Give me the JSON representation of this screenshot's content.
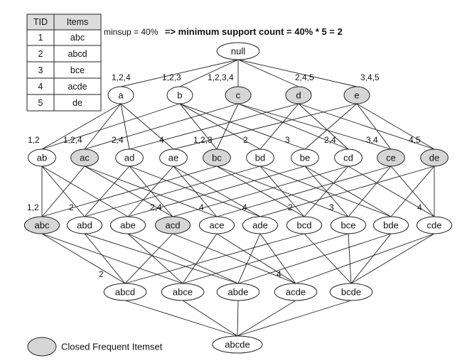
{
  "table": {
    "headers": [
      "TID",
      "Items"
    ],
    "rows": [
      [
        "1",
        "abc"
      ],
      [
        "2",
        "abcd"
      ],
      [
        "3",
        "bce"
      ],
      [
        "4",
        "acde"
      ],
      [
        "5",
        "de"
      ]
    ]
  },
  "minsup": {
    "prefix": "minsup = 40%",
    "formula": "=> minimum support count = 40% * 5 = 2"
  },
  "legend": {
    "label": "Closed Frequent Itemset",
    "closed_color": "#d6d6d6"
  },
  "nodes": [
    {
      "id": "null",
      "tids": "",
      "closed": false
    },
    {
      "id": "a",
      "tids": "1,2,4",
      "closed": false
    },
    {
      "id": "b",
      "tids": "1,2,3",
      "closed": false
    },
    {
      "id": "c",
      "tids": "1,2,3,4",
      "closed": true
    },
    {
      "id": "d",
      "tids": "2,4,5",
      "closed": true
    },
    {
      "id": "e",
      "tids": "3,4,5",
      "closed": true
    },
    {
      "id": "ab",
      "tids": "1,2",
      "closed": false
    },
    {
      "id": "ac",
      "tids": "1,2,4",
      "closed": true
    },
    {
      "id": "ad",
      "tids": "2,4",
      "closed": false
    },
    {
      "id": "ae",
      "tids": "4",
      "closed": false
    },
    {
      "id": "bc",
      "tids": "1,2,3",
      "closed": true
    },
    {
      "id": "bd",
      "tids": "2",
      "closed": false
    },
    {
      "id": "be",
      "tids": "3",
      "closed": false
    },
    {
      "id": "cd",
      "tids": "2,4",
      "closed": false
    },
    {
      "id": "ce",
      "tids": "3,4",
      "closed": true
    },
    {
      "id": "de",
      "tids": "4,5",
      "closed": true
    },
    {
      "id": "abc",
      "tids": "1,2",
      "closed": true
    },
    {
      "id": "abd",
      "tids": "2",
      "closed": false
    },
    {
      "id": "abe",
      "tids": "",
      "closed": false
    },
    {
      "id": "acd",
      "tids": "2,4",
      "closed": true
    },
    {
      "id": "ace",
      "tids": "4",
      "closed": false
    },
    {
      "id": "ade",
      "tids": "4",
      "closed": false
    },
    {
      "id": "bcd",
      "tids": "2",
      "closed": false
    },
    {
      "id": "bce",
      "tids": "3",
      "closed": false
    },
    {
      "id": "bde",
      "tids": "",
      "closed": false
    },
    {
      "id": "cde",
      "tids": "4",
      "closed": false
    },
    {
      "id": "abcd",
      "tids": "2",
      "closed": false
    },
    {
      "id": "abce",
      "tids": "",
      "closed": false
    },
    {
      "id": "abde",
      "tids": "",
      "closed": false
    },
    {
      "id": "acde",
      "tids": "4",
      "closed": false
    },
    {
      "id": "bcde",
      "tids": "",
      "closed": false
    },
    {
      "id": "abcde",
      "tids": "",
      "closed": false
    }
  ]
}
